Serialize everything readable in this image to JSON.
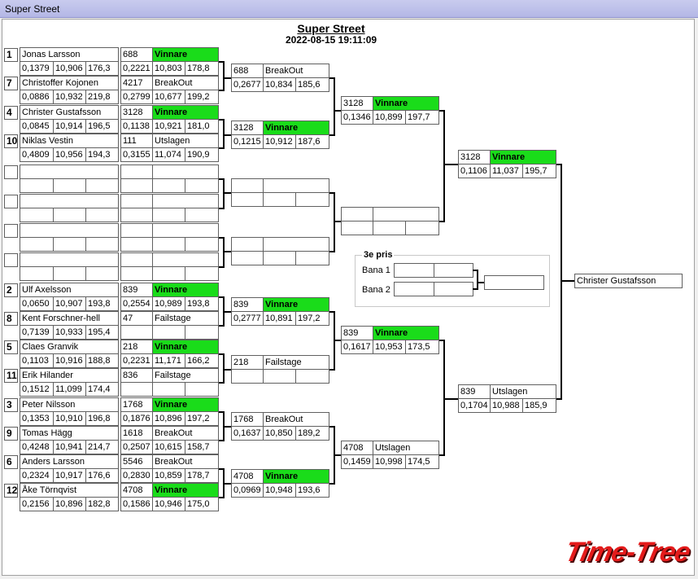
{
  "window": {
    "title": "Super Street"
  },
  "header": {
    "title": "Super Street",
    "datetime": "2022-08-15 19:11:09"
  },
  "seeds": [
    "1",
    "7",
    "4",
    "10",
    "",
    "",
    "",
    "",
    "2",
    "8",
    "5",
    "11",
    "3",
    "9",
    "6",
    "12"
  ],
  "r1": [
    {
      "name": "Jonas Larsson",
      "rt": "0,1379",
      "et": "10,906",
      "sp": "176,3",
      "id": "688",
      "res": "Vinnare",
      "rt2": "0,2221",
      "et2": "10,803",
      "sp2": "178,8"
    },
    {
      "name": "Christoffer Kojonen",
      "rt": "0,0886",
      "et": "10,932",
      "sp": "219,8",
      "id": "4217",
      "res": "BreakOut",
      "rt2": "0,2799",
      "et2": "10,677",
      "sp2": "199,2"
    },
    {
      "name": "Christer Gustafsson",
      "rt": "0,0845",
      "et": "10,914",
      "sp": "196,5",
      "id": "3128",
      "res": "Vinnare",
      "rt2": "0,1138",
      "et2": "10,921",
      "sp2": "181,0"
    },
    {
      "name": "Niklas  Vestin",
      "rt": "0,4809",
      "et": "10,956",
      "sp": "194,3",
      "id": "111",
      "res": "Utslagen",
      "rt2": "0,3155",
      "et2": "11,074",
      "sp2": "190,9"
    },
    {
      "name": "",
      "rt": "",
      "et": "",
      "sp": "",
      "id": "",
      "res": "",
      "rt2": "",
      "et2": "",
      "sp2": ""
    },
    {
      "name": "",
      "rt": "",
      "et": "",
      "sp": "",
      "id": "",
      "res": "",
      "rt2": "",
      "et2": "",
      "sp2": ""
    },
    {
      "name": "",
      "rt": "",
      "et": "",
      "sp": "",
      "id": "",
      "res": "",
      "rt2": "",
      "et2": "",
      "sp2": ""
    },
    {
      "name": "",
      "rt": "",
      "et": "",
      "sp": "",
      "id": "",
      "res": "",
      "rt2": "",
      "et2": "",
      "sp2": ""
    },
    {
      "name": "Ulf Axelsson",
      "rt": "0,0650",
      "et": "10,907",
      "sp": "193,8",
      "id": "839",
      "res": "Vinnare",
      "rt2": "0,2554",
      "et2": "10,989",
      "sp2": "193,8"
    },
    {
      "name": "Kent Forschner-hell",
      "rt": "0,7139",
      "et": "10,933",
      "sp": "195,4",
      "id": "47",
      "res": "Failstage",
      "rt2": "",
      "et2": "",
      "sp2": ""
    },
    {
      "name": "Claes Granvik",
      "rt": "0,1103",
      "et": "10,916",
      "sp": "188,8",
      "id": "218",
      "res": "Vinnare",
      "rt2": "0,2231",
      "et2": "11,171",
      "sp2": "166,2"
    },
    {
      "name": "Erik Hilander",
      "rt": "0,1512",
      "et": "11,099",
      "sp": "174,4",
      "id": "836",
      "res": "Failstage",
      "rt2": "",
      "et2": "",
      "sp2": ""
    },
    {
      "name": "Peter Nilsson",
      "rt": "0,1353",
      "et": "10,910",
      "sp": "196,8",
      "id": "1768",
      "res": "Vinnare",
      "rt2": "0,1876",
      "et2": "10,896",
      "sp2": "197,2"
    },
    {
      "name": "Tomas Hägg",
      "rt": "0,4248",
      "et": "10,941",
      "sp": "214,7",
      "id": "1618",
      "res": "BreakOut",
      "rt2": "0,2507",
      "et2": "10,615",
      "sp2": "158,7"
    },
    {
      "name": "Anders Larsson",
      "rt": "0,2324",
      "et": "10,917",
      "sp": "176,6",
      "id": "5546",
      "res": "BreakOut",
      "rt2": "0,2830",
      "et2": "10,859",
      "sp2": "178,7"
    },
    {
      "name": "Åke Törnqvist",
      "rt": "0,2156",
      "et": "10,896",
      "sp": "182,8",
      "id": "4708",
      "res": "Vinnare",
      "rt2": "0,1586",
      "et2": "10,946",
      "sp2": "175,0"
    }
  ],
  "r2": [
    {
      "id": "688",
      "res": "BreakOut",
      "rt": "0,2677",
      "et": "10,834",
      "sp": "185,6"
    },
    {
      "id": "3128",
      "res": "Vinnare",
      "rt": "0,1215",
      "et": "10,912",
      "sp": "187,6"
    },
    {
      "id": "",
      "res": "",
      "rt": "",
      "et": "",
      "sp": ""
    },
    {
      "id": "",
      "res": "",
      "rt": "",
      "et": "",
      "sp": ""
    },
    {
      "id": "839",
      "res": "Vinnare",
      "rt": "0,2777",
      "et": "10,891",
      "sp": "197,2"
    },
    {
      "id": "218",
      "res": "Failstage",
      "rt": "",
      "et": "",
      "sp": ""
    },
    {
      "id": "1768",
      "res": "BreakOut",
      "rt": "0,1637",
      "et": "10,850",
      "sp": "189,2"
    },
    {
      "id": "4708",
      "res": "Vinnare",
      "rt": "0,0969",
      "et": "10,948",
      "sp": "193,6"
    }
  ],
  "r3": [
    {
      "id": "3128",
      "res": "Vinnare",
      "rt": "0,1346",
      "et": "10,899",
      "sp": "197,7"
    },
    {
      "id": "",
      "res": "",
      "rt": "",
      "et": "",
      "sp": ""
    },
    {
      "id": "839",
      "res": "Vinnare",
      "rt": "0,1617",
      "et": "10,953",
      "sp": "173,5"
    },
    {
      "id": "4708",
      "res": "Utslagen",
      "rt": "0,1459",
      "et": "10,998",
      "sp": "174,5"
    }
  ],
  "r4": [
    {
      "id": "3128",
      "res": "Vinnare",
      "rt": "0,1106",
      "et": "11,037",
      "sp": "195,7"
    },
    {
      "id": "839",
      "res": "Utslagen",
      "rt": "0,1704",
      "et": "10,988",
      "sp": "185,9"
    }
  ],
  "third_place": {
    "title": "3e pris",
    "lane1": "Bana 1",
    "lane2": "Bana 2"
  },
  "champion": "Christer Gustafsson",
  "brand": "Time-Tree",
  "colors": {
    "winner": "#1adc1a",
    "logo": "#e41b1b"
  }
}
